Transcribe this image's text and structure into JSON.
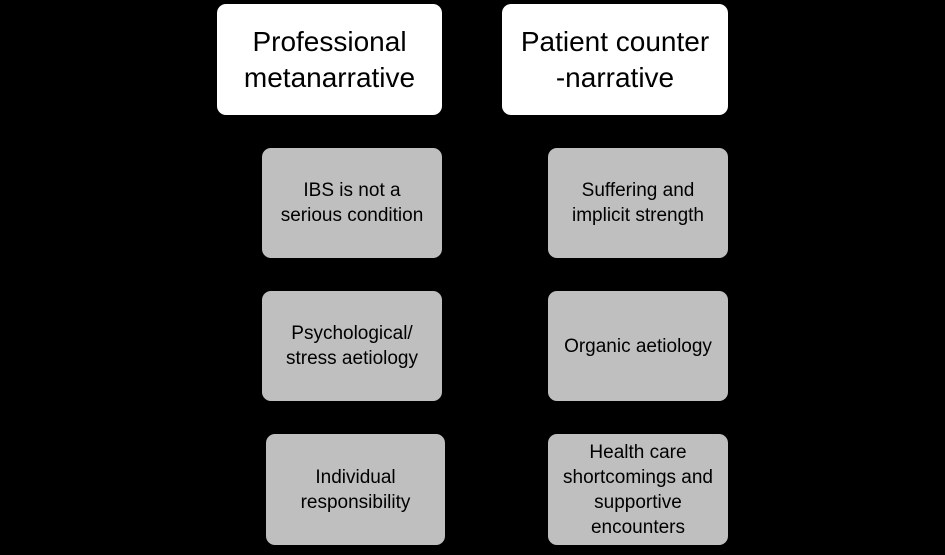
{
  "colors": {
    "background": "#000000",
    "header_fill": "#ffffff",
    "item_fill": "#bfbfbf",
    "text": "#000000"
  },
  "columns": [
    {
      "header": "Professional\nmetanarrative",
      "items": [
        "IBS is not a\nserious condition",
        "Psychological/\nstress aetiology",
        "Individual\nresponsibility"
      ]
    },
    {
      "header": "Patient counter\n-narrative",
      "items": [
        "Suffering and\nimplicit strength",
        "Organic aetiology",
        "Health care\nshortcomings and\nsupportive\nencounters"
      ]
    }
  ]
}
